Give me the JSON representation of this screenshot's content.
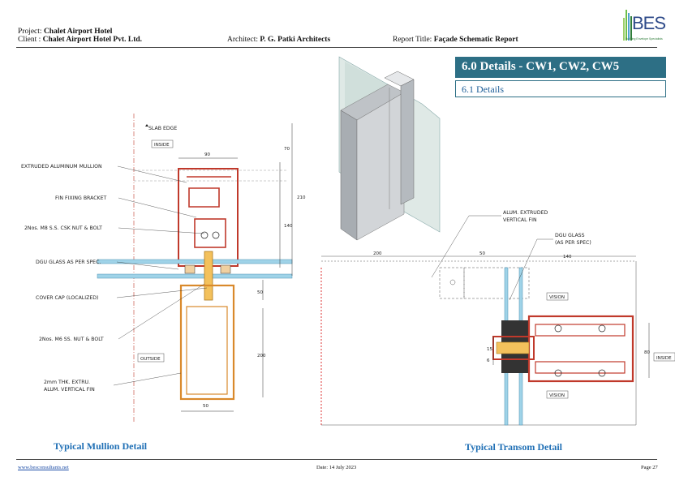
{
  "header": {
    "project_label": "Project:",
    "project_value": "Chalet Airport Hotel",
    "client_label": "Client  :",
    "client_value": "Chalet Airport Hotel Pvt. Ltd.",
    "architect_label": "Architect:",
    "architect_value": "P. G. Patki Architects",
    "report_label": "Report Title:",
    "report_value": "Façade Schematic Report"
  },
  "logo": {
    "text": "BES",
    "tagline": "Building Envelope Specialists"
  },
  "section": {
    "title": "6.0 Details - CW1, CW2, CW5",
    "subtitle": "6.1 Details"
  },
  "mullion": {
    "caption": "Typical Mullion Detail",
    "labels": {
      "slab_edge": "SLAB EDGE",
      "inside": "INSIDE",
      "outside": "OUTSIDE",
      "mullion": "EXTRUDED ALUMINUM MULLION",
      "bracket": "FIN FIXING BRACKET",
      "nut_bolt_m8": "2Nos. M8 S.S. CSK NUT & BOLT",
      "dgu": "DGU GLASS AS PER SPEC.",
      "cover_cap": "COVER CAP (LOCALIZED)",
      "nut_bolt_m6": "2Nos. M6 SS. NUT & BOLT",
      "fin_line1": "2mm THK. EXTRU.",
      "fin_line2": "ALUM. VERTICAL FIN"
    },
    "dims": {
      "w_top": "90",
      "h_70": "70",
      "h_210": "210",
      "h_140": "140",
      "h_50": "50",
      "h_200": "200",
      "w_bottom": "50"
    }
  },
  "transom": {
    "caption": "Typical Transom Detail",
    "labels": {
      "fin_line1": "ALUM. EXTRUDED",
      "fin_line2": "VERTICAL FIN",
      "dgu_line1": "DGU GLASS",
      "dgu_line2": "(AS PER SPEC)",
      "vision_top": "VISION",
      "vision_bottom": "VISION",
      "inside": "INSIDE"
    },
    "dims": {
      "d200": "200",
      "d50": "50",
      "d140": "140",
      "d80": "80",
      "d15": "15",
      "d6": "6"
    }
  },
  "footer": {
    "website": "www.besconsultants.net",
    "date": "Date: 14 July 2023",
    "page": "Page 27"
  },
  "colors": {
    "section_bg": "#2d6f85",
    "caption": "#1f6fb5",
    "frame_red": "#c0392b",
    "fin_orange": "#d9892b",
    "glass_blue": "#9fd3e8"
  }
}
